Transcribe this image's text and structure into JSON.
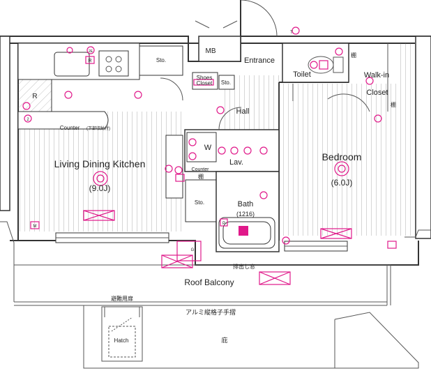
{
  "rooms": {
    "ldk": "Living Dining Kitchen",
    "ldk_size": "(9.0J)",
    "bedroom": "Bedroom",
    "bedroom_size": "(6.0J)",
    "hall": "Hall",
    "entrance": "Entrance",
    "toilet": "Toilet",
    "walkin_1": "Walk-in",
    "walkin_2": "Closet",
    "washer": "W",
    "lav": "Lav.",
    "bath": "Bath",
    "bath_size": "(1216)",
    "mb": "MB",
    "sto_1": "Sto.",
    "sto_2": "Sto.",
    "sto_3": "Sto.",
    "shoes_1": "Shoes",
    "shoes_2": "Closet",
    "counter": "Counter",
    "counter_sub": "(下部収納付)",
    "counter_small": "Counter",
    "shelf_1": "棚",
    "shelf_2": "棚",
    "shelf_3": "棚",
    "fridge": "R",
    "roof_balcony": "Roof Balcony",
    "window_label": "排出し窓",
    "handrail": "アルミ縦格子手摺",
    "hatch": "Hatch",
    "evac_door": "避難用扉",
    "garden": "庇"
  },
  "symbols": {
    "mark_2e": "2E",
    "mark_2": "2",
    "mark_r": "R",
    "mark_m": "M",
    "mark_p": "P",
    "mark_g": "G",
    "mark_t": "T"
  },
  "colors": {
    "wall": "#333333",
    "electrical": "#e0198a",
    "flooring": "#777777"
  }
}
